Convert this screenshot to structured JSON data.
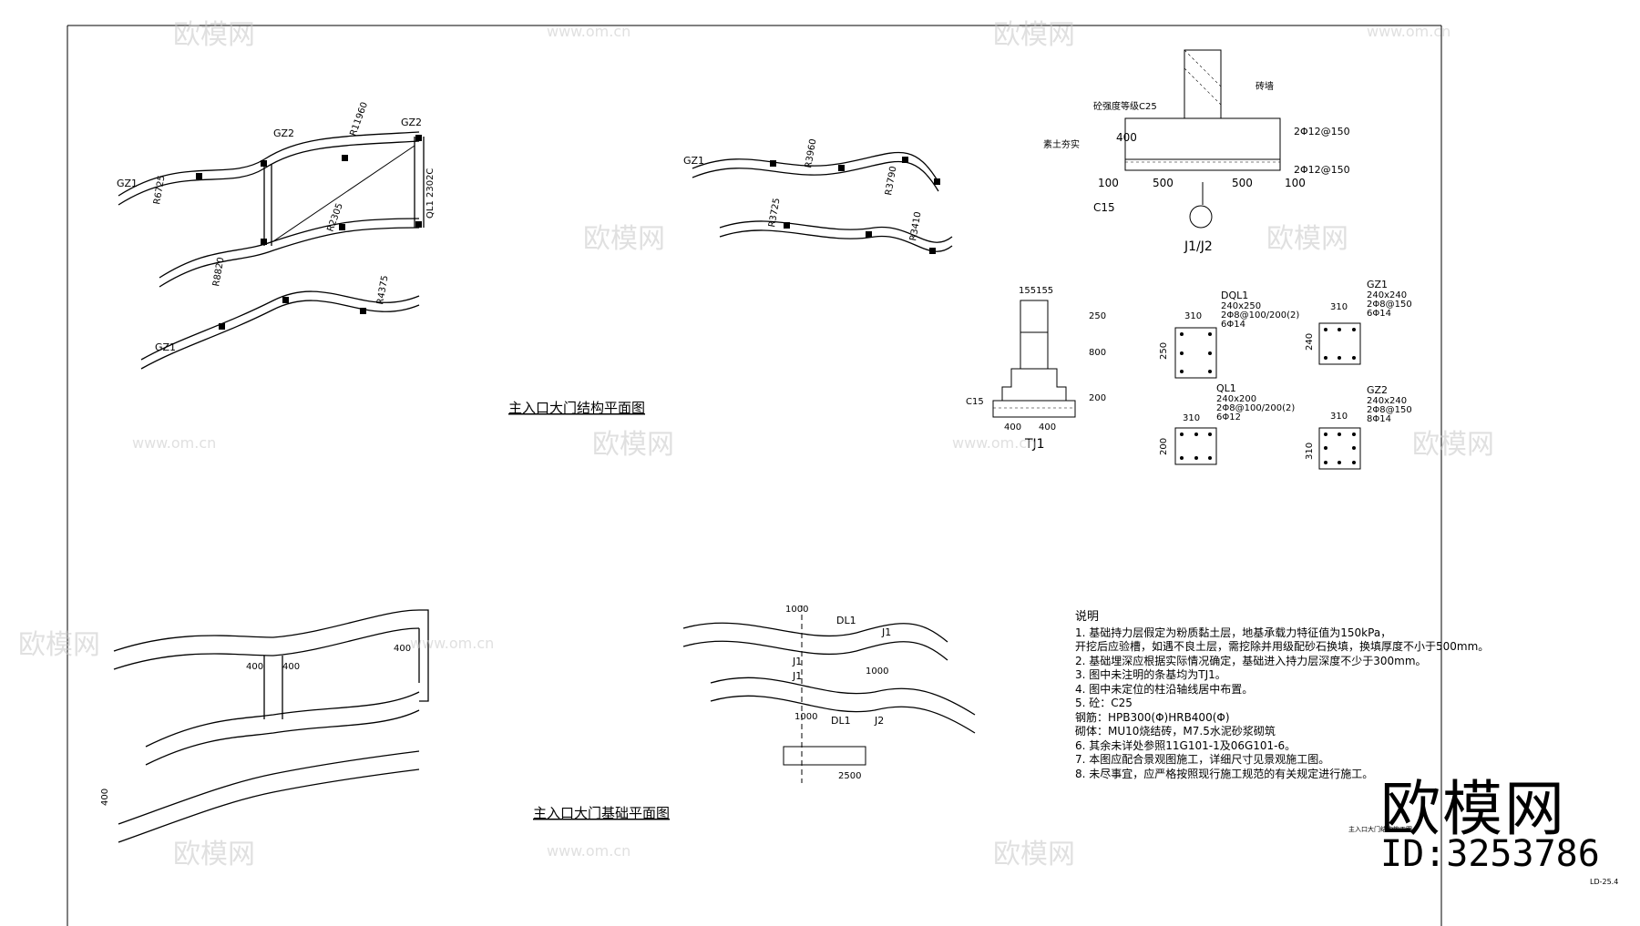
{
  "titles": {
    "structure_plan": "主入口大门结构平面图",
    "foundation_plan": "主入口大门基础平面图",
    "tj1": "TJ1",
    "j1j2": "J1/J2"
  },
  "sections": {
    "dql1": {
      "name": "DQL1",
      "size": "240x250",
      "rebar1": "2Φ8@100/200(2)",
      "rebar2": "6Φ14",
      "w": "310",
      "h": "250"
    },
    "gz1": {
      "name": "GZ1",
      "size": "240x240",
      "rebar1": "2Φ8@150",
      "rebar2": "6Φ14",
      "w": "310",
      "h": "240"
    },
    "ql1": {
      "name": "QL1",
      "size": "240x200",
      "rebar1": "2Φ8@100/200(2)",
      "rebar2": "6Φ12",
      "w": "310",
      "h": "200"
    },
    "gz2": {
      "name": "GZ2",
      "size": "240x240",
      "rebar1": "2Φ8@150",
      "rebar2": "8Φ14",
      "w": "310",
      "h": "310"
    }
  },
  "footing": {
    "brick": "砖墙",
    "concrete": "砼强度等级C25",
    "soil": "素土夯实",
    "d400": "400",
    "d100": "100",
    "d500a": "500",
    "d500b": "500",
    "d100b": "100",
    "c15": "C15",
    "bar1": "2Φ12@150",
    "bar2": "2Φ12@150"
  },
  "tj1_dims": {
    "top": "155155",
    "h250": "250",
    "h800": "800",
    "h200": "200",
    "w400a": "400",
    "w400b": "400",
    "c15": "C15"
  },
  "labels": {
    "gz1": "GZ1",
    "gz2": "GZ2",
    "dl1": "DL1",
    "j1": "J1",
    "j2": "J2",
    "r3960": "R3960",
    "r3790": "R3790",
    "r3410": "R3410",
    "r3725": "R3725",
    "r6725": "R6725",
    "r8820": "R8820",
    "r4375": "R4375",
    "r11960": "R11960",
    "r2305": "R2305",
    "ql1_tag": "QL1 2302C",
    "d400": "400",
    "d1000": "1000",
    "d2500": "2500",
    "d155": "155"
  },
  "notes": {
    "title": "说明",
    "lines": [
      "1. 基础持力层假定为粉质黏土层，地基承载力特征值为150kPa，",
      "   开挖后应验槽，如遇不良土层，需挖除并用级配砂石换填，换填厚度不小于500mm。",
      "2. 基础埋深应根据实际情况确定，基础进入持力层深度不少于300mm。",
      "3. 图中未注明的条基均为TJ1。",
      "4. 图中未定位的柱沿轴线居中布置。",
      "5. 砼：C25",
      "   钢筋：HPB300(Φ)HRB400(Φ)",
      "   砌体：MU10烧结砖，M7.5水泥砂浆砌筑",
      "6. 其余未详处参照11G101-1及06G101-6。",
      "7. 本图应配合景观图施工，详细尺寸见景观施工图。",
      "8. 未尽事宜，应严格按照现行施工规范的有关规定进行施工。"
    ]
  },
  "stamp": {
    "brand": "欧模网",
    "id": "ID:3253786",
    "page": "LD-25.4",
    "tag": "主入口大门结构施工图"
  },
  "watermark": {
    "brand": "欧模网",
    "url": "www.om.cn"
  }
}
